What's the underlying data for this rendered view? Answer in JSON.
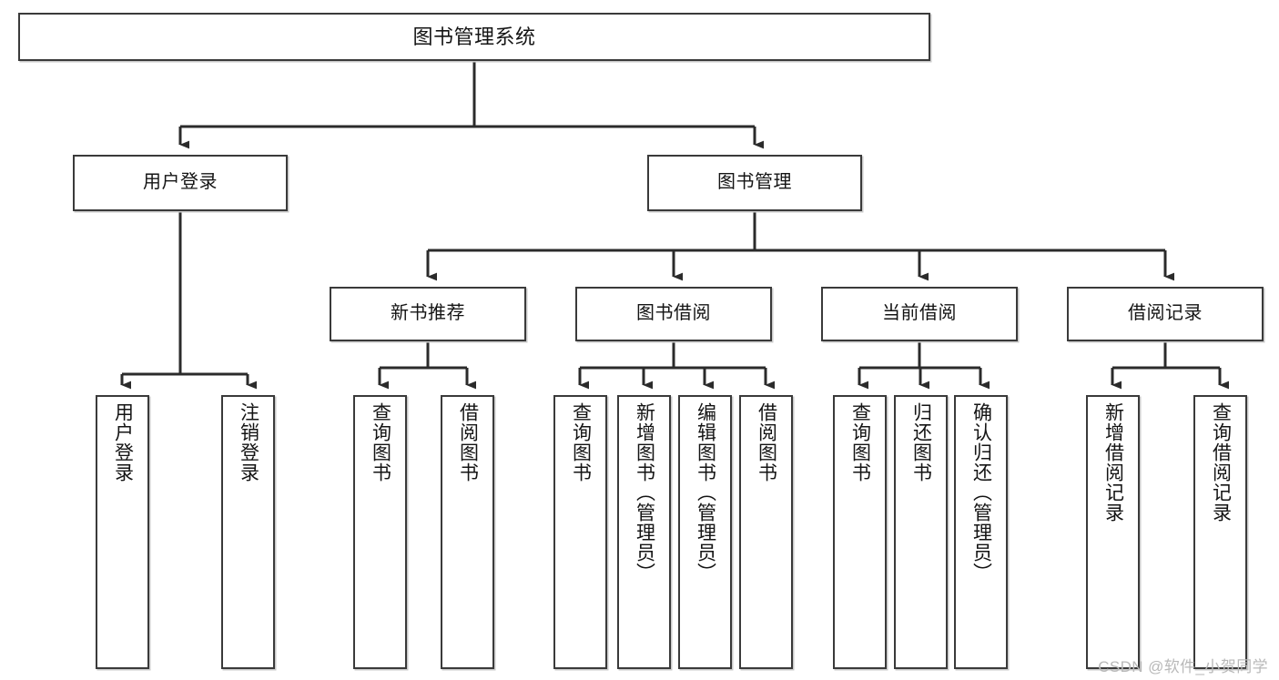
{
  "diagram": {
    "type": "tree",
    "title": "图书管理系统",
    "orientation": "top-down",
    "colors": {
      "box_border": "#3a3a3a",
      "box_fill": "#ffffff",
      "connector": "#2b2b2b",
      "canvas": "#ffffff",
      "watermark": "#b9b9b9"
    },
    "root": {
      "label": "图书管理系统"
    },
    "level1": [
      {
        "label": "用户登录"
      },
      {
        "label": "图书管理"
      }
    ],
    "level2": [
      {
        "label": "新书推荐"
      },
      {
        "label": "图书借阅"
      },
      {
        "label": "当前借阅"
      },
      {
        "label": "借阅记录"
      }
    ],
    "leaves": {
      "user_login": [
        {
          "label": "用户登录"
        },
        {
          "label": "注销登录"
        }
      ],
      "new_book_recommend": [
        {
          "label": "查询图书"
        },
        {
          "label": "借阅图书"
        }
      ],
      "book_borrow": [
        {
          "label": "查询图书"
        },
        {
          "label": "新增图书（管理员）"
        },
        {
          "label": "编辑图书（管理员）"
        },
        {
          "label": "借阅图书"
        }
      ],
      "current_borrow": [
        {
          "label": "查询图书"
        },
        {
          "label": "归还图书"
        },
        {
          "label": "确认归还（管理员）"
        }
      ],
      "borrow_record": [
        {
          "label": "新增借阅记录"
        },
        {
          "label": "查询借阅记录"
        }
      ]
    }
  },
  "watermark": {
    "text": "CSDN @软件_小贺同学"
  }
}
